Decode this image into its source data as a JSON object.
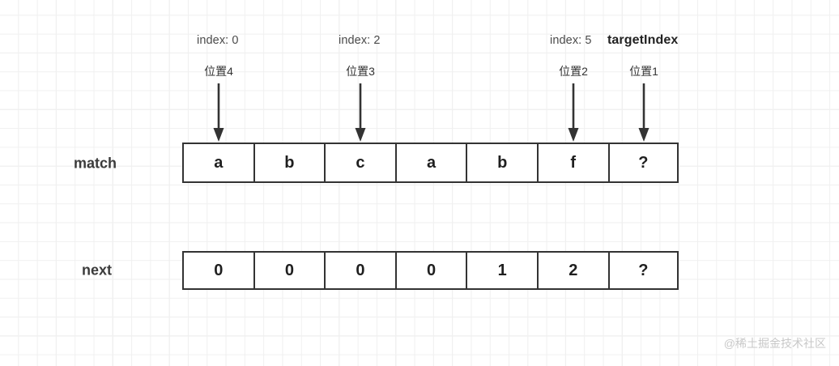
{
  "diagram": {
    "title_hidden": "",
    "rows": [
      {
        "name": "match",
        "label": "match",
        "cells": [
          "a",
          "b",
          "c",
          "a",
          "b",
          "f",
          "?"
        ]
      },
      {
        "name": "next",
        "label": "next",
        "cells": [
          "0",
          "0",
          "0",
          "0",
          "1",
          "2",
          "?"
        ]
      }
    ],
    "annotations": [
      {
        "index_label": "index: 0",
        "position_label": "位置4",
        "cell_index": 0,
        "bold": false
      },
      {
        "index_label": "index: 2",
        "position_label": "位置3",
        "cell_index": 2,
        "bold": false
      },
      {
        "index_label": "index: 5",
        "position_label": "位置2",
        "cell_index": 5,
        "bold": false
      },
      {
        "index_label": "targetIndex",
        "position_label": "位置1",
        "cell_index": 6,
        "bold": true
      }
    ],
    "colors": {
      "cell_border": "#333333",
      "cell_background": "#ffffff",
      "text": "#1f1f1f",
      "label_text": "#4a4a4a",
      "arrow": "#333333",
      "grid_minor": "#f0f0f0",
      "grid_major": "#e6e6e6",
      "watermark": "#c8c8c8"
    }
  },
  "watermark": {
    "text": "@稀土掘金技术社区"
  }
}
